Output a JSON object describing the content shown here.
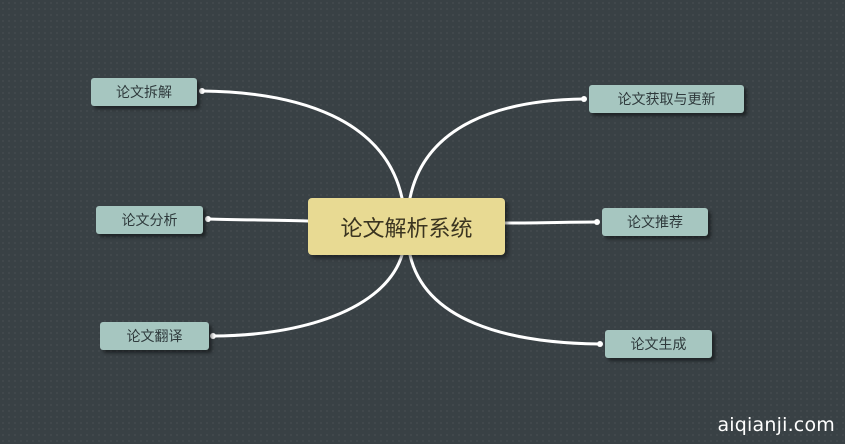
{
  "mindmap": {
    "root": "论文解析系统",
    "left_branches": [
      "论文拆解",
      "论文分析",
      "论文翻译"
    ],
    "right_branches": [
      "论文获取与更新",
      "论文推荐",
      "论文生成"
    ]
  },
  "watermark": "aiqianji.com",
  "colors": {
    "background": "#394145",
    "root_fill": "#e8da93",
    "branch_fill": "#a6c6c0",
    "connector": "#ffffff"
  }
}
